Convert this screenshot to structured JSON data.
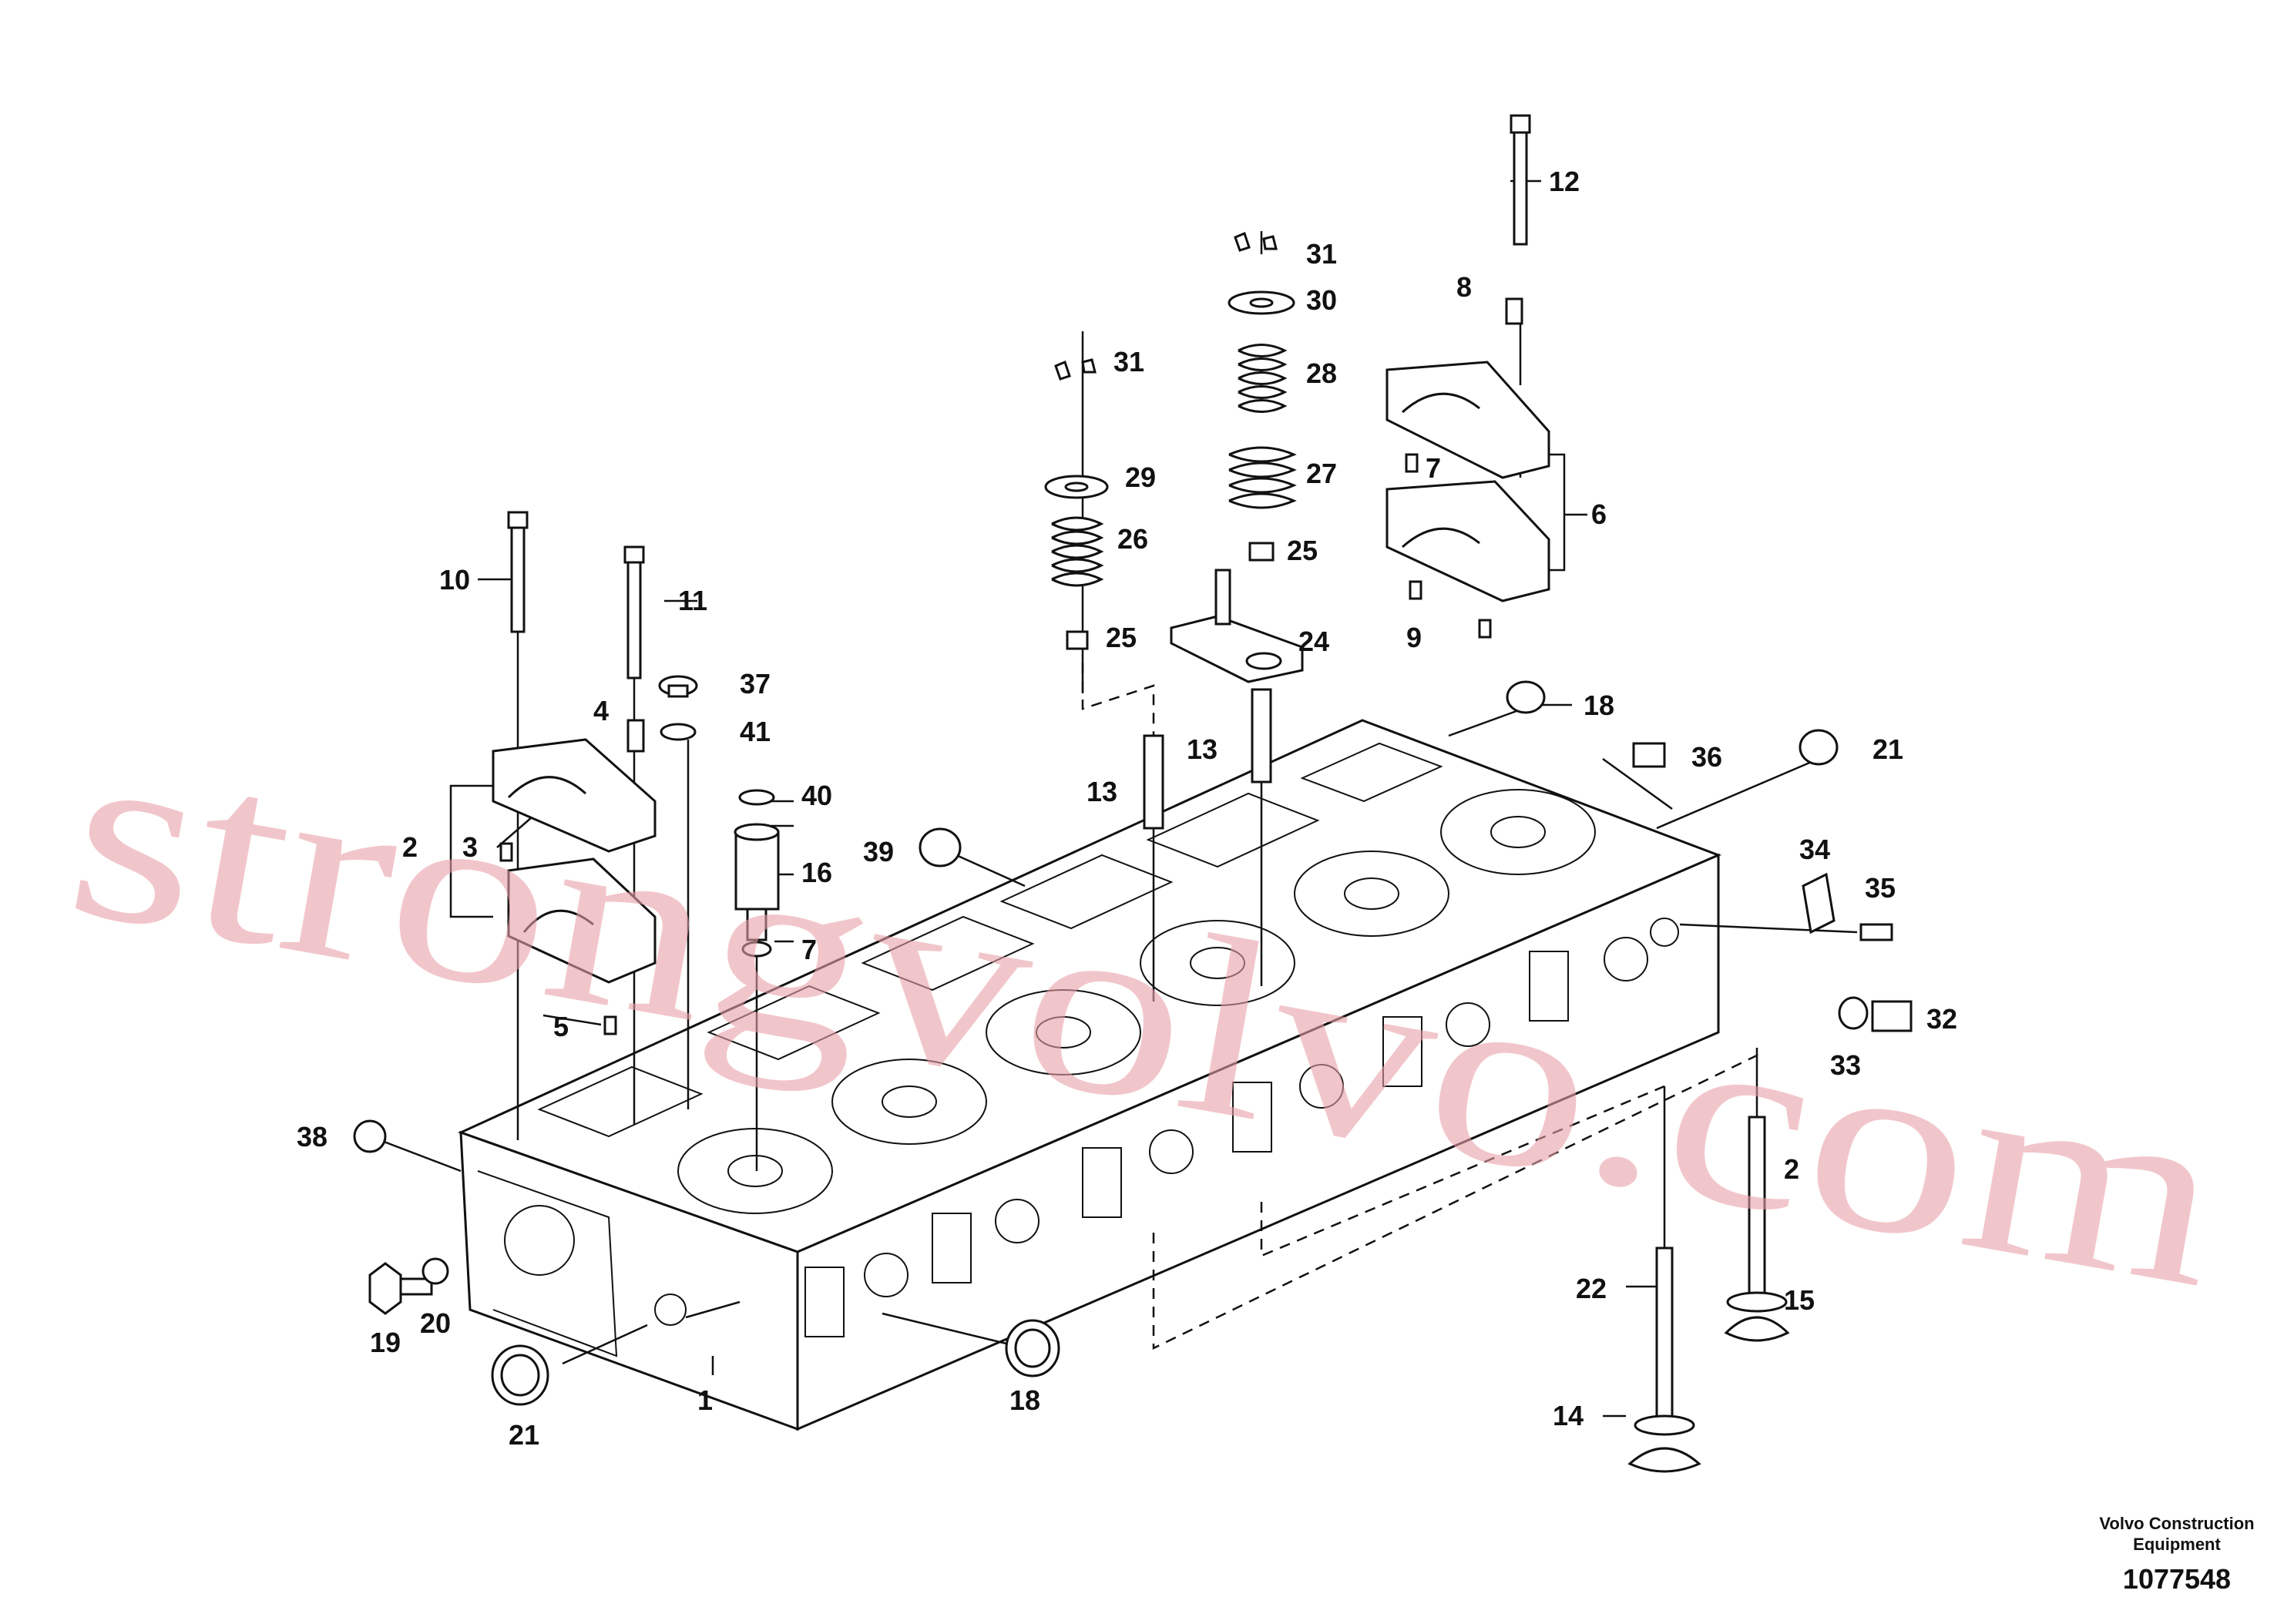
{
  "callouts": {
    "c1": "1",
    "c2a": "2",
    "c2b": "2",
    "c3": "3",
    "c4": "4",
    "c5": "5",
    "c6": "6",
    "c7a": "7",
    "c7b": "7",
    "c8": "8",
    "c9": "9",
    "c10": "10",
    "c11": "11",
    "c12": "12",
    "c13a": "13",
    "c13b": "13",
    "c14": "14",
    "c15": "15",
    "c16": "16",
    "c18a": "18",
    "c18b": "18",
    "c19": "19",
    "c20": "20",
    "c21a": "21",
    "c21b": "21",
    "c22": "22",
    "c24": "24",
    "c25a": "25",
    "c25b": "25",
    "c26": "26",
    "c27": "27",
    "c28": "28",
    "c29": "29",
    "c30": "30",
    "c31a": "31",
    "c31b": "31",
    "c32": "32",
    "c33": "33",
    "c34": "34",
    "c35": "35",
    "c36": "36",
    "c37": "37",
    "c38": "38",
    "c39": "39",
    "c40": "40",
    "c41": "41"
  },
  "watermark": "strongvolvo.com",
  "footer": {
    "brand_line1": "Volvo Construction",
    "brand_line2": "Equipment",
    "drawing_number": "1077548"
  },
  "colors": {
    "ink": "#111111",
    "watermark": "#e8a0a6",
    "background": "#ffffff"
  }
}
